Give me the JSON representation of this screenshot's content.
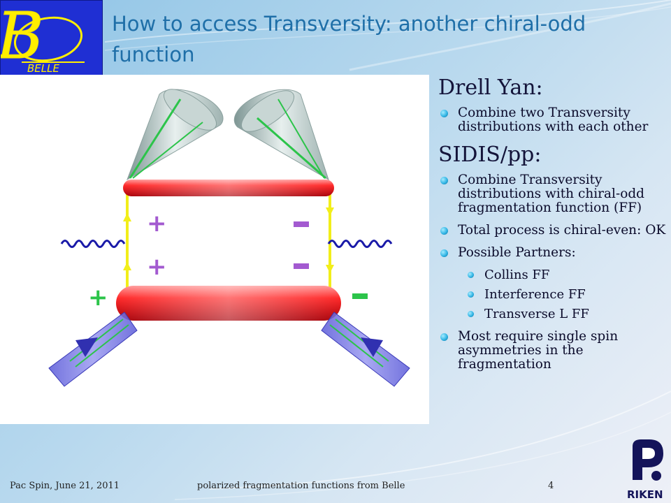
{
  "slide": {
    "title": "How to access Transversity: another chiral-odd function",
    "logo_text": "BELLE",
    "riken_text": "RIKEN"
  },
  "figure": {
    "plus_signs": [
      "+",
      "+",
      "+"
    ],
    "minus_signs": [
      "-",
      "-",
      "-"
    ]
  },
  "sections": [
    {
      "heading": "Drell Yan:",
      "items": [
        {
          "text": "Combine two Transversity distributions with each other"
        }
      ]
    },
    {
      "heading": "SIDIS/pp:",
      "items": [
        {
          "text": "Combine Transversity distributions with chiral-odd fragmentation function (FF)"
        },
        {
          "text": "Total process is chiral-even: OK"
        },
        {
          "text": "Possible Partners:"
        },
        {
          "text": "Collins FF",
          "sub": true
        },
        {
          "text": "Interference FF",
          "sub": true
        },
        {
          "text": "Transverse L FF",
          "sub": true
        },
        {
          "text": "Most require single spin asymmetries in the fragmentation"
        }
      ]
    }
  ],
  "footer": {
    "left": "Pac Spin, June 21, 2011",
    "center": "polarized fragmentation functions from Belle",
    "page": "4"
  },
  "colors": {
    "title": "#1f6fa8",
    "logo_bg": "#1f2fd3",
    "logo_fg": "#ffee00",
    "bullet": "#33b5e5",
    "rod": "#e8141b",
    "quark_line": "#f2ee1a"
  }
}
